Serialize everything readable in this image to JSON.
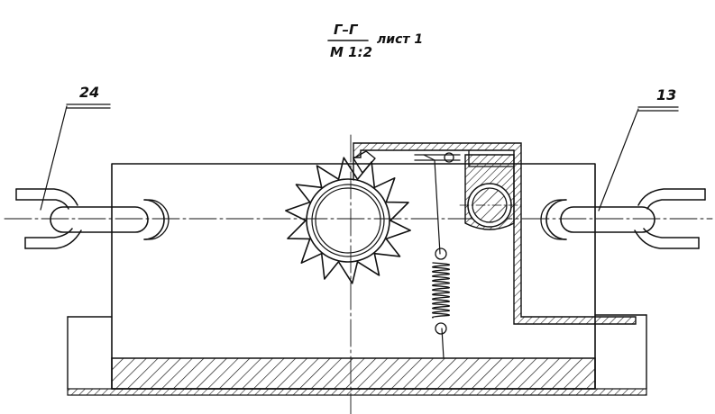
{
  "title": {
    "section": "Г–Г",
    "sheet": "лист 1",
    "scale": "М 1:2"
  },
  "callouts": {
    "left": "24",
    "right": "13"
  }
}
